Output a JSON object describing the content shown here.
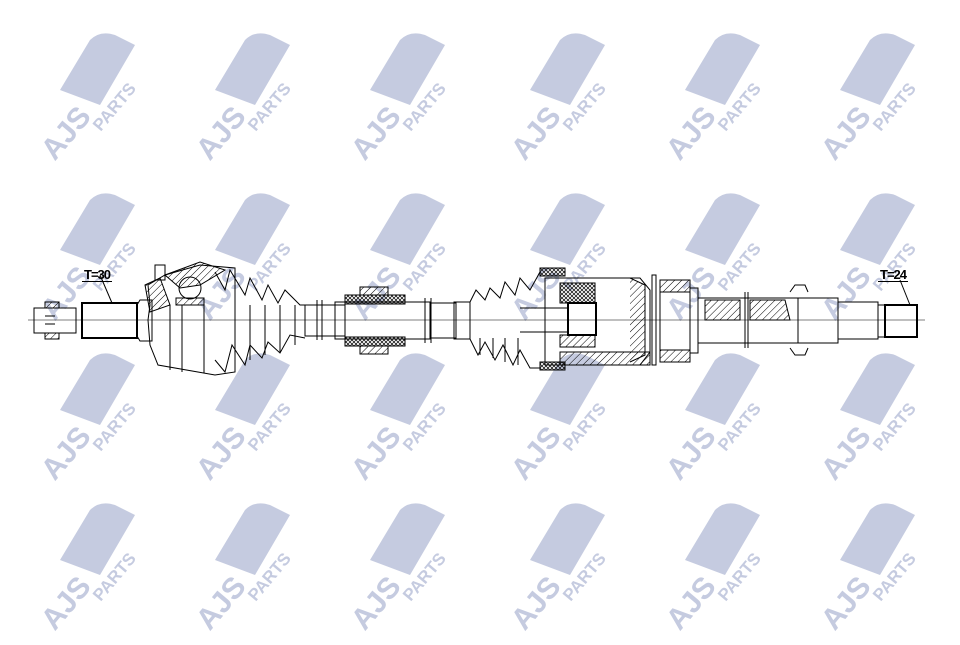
{
  "watermark": {
    "brand": "AJS",
    "suffix": "PARTS",
    "color": "#c5cbe0",
    "rows": [
      70,
      230,
      390,
      540
    ],
    "cols": [
      20,
      175,
      330,
      490,
      645,
      800
    ]
  },
  "drawing": {
    "subject": "drive-shaft",
    "labels": {
      "left_spline": "T=30",
      "right_spline": "T=24"
    },
    "line_color": "#000000"
  }
}
